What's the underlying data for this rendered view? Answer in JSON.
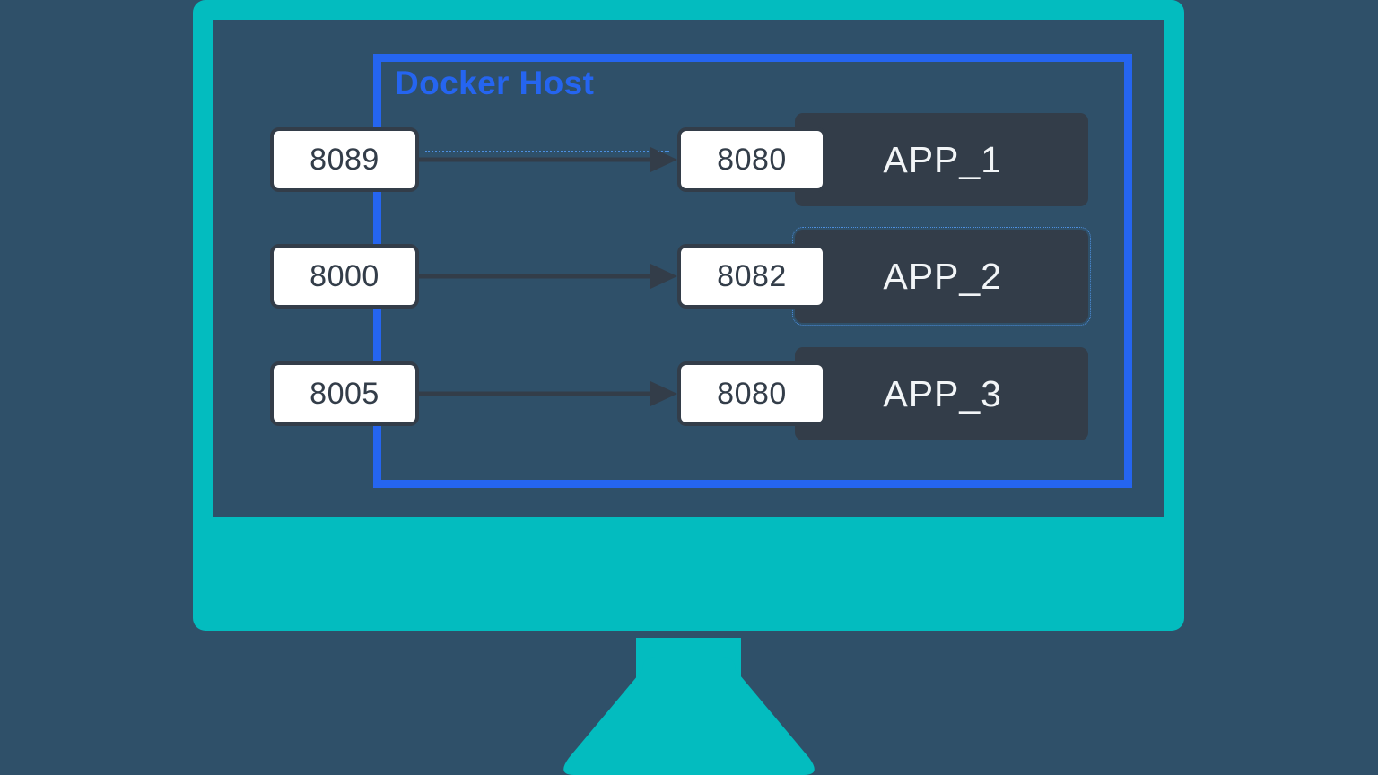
{
  "diagram": {
    "title": "Docker Host",
    "background_color": "#2f5069",
    "accent_blue": "#2565f0",
    "bezel_teal": "#03bcbf",
    "app_box_color": "#333d49",
    "rows": [
      {
        "external_port": "8089",
        "internal_port": "8080",
        "app_label": "APP_1",
        "selected": false
      },
      {
        "external_port": "8000",
        "internal_port": "8082",
        "app_label": "APP_2",
        "selected": true
      },
      {
        "external_port": "8005",
        "internal_port": "8080",
        "app_label": "APP_3",
        "selected": false
      }
    ]
  }
}
